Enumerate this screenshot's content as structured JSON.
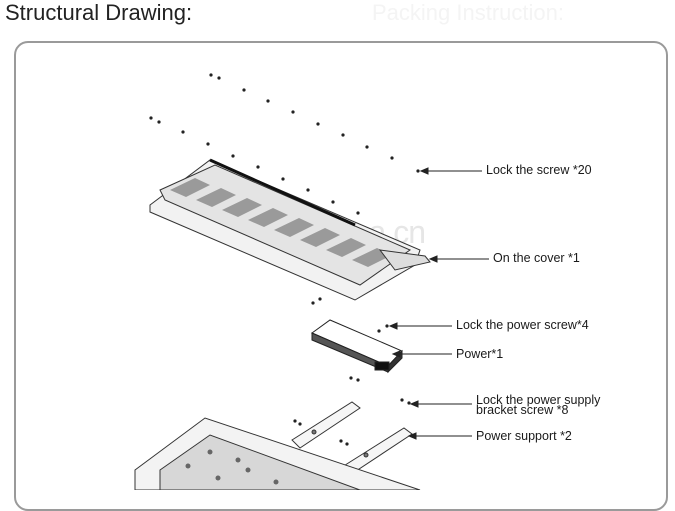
{
  "header": {
    "title": "Structural Drawing:",
    "title_faded": "Packing Instruction:"
  },
  "watermark": "trade.china.cn",
  "callouts": [
    {
      "text": "Lock the screw *20"
    },
    {
      "text": "On the cover *1"
    },
    {
      "text": "Lock the power screw*4"
    },
    {
      "text": "Power*1"
    },
    {
      "text": "Lock the power supply"
    },
    {
      "text": "bracket screw *8"
    },
    {
      "text": "Power support *2"
    }
  ]
}
